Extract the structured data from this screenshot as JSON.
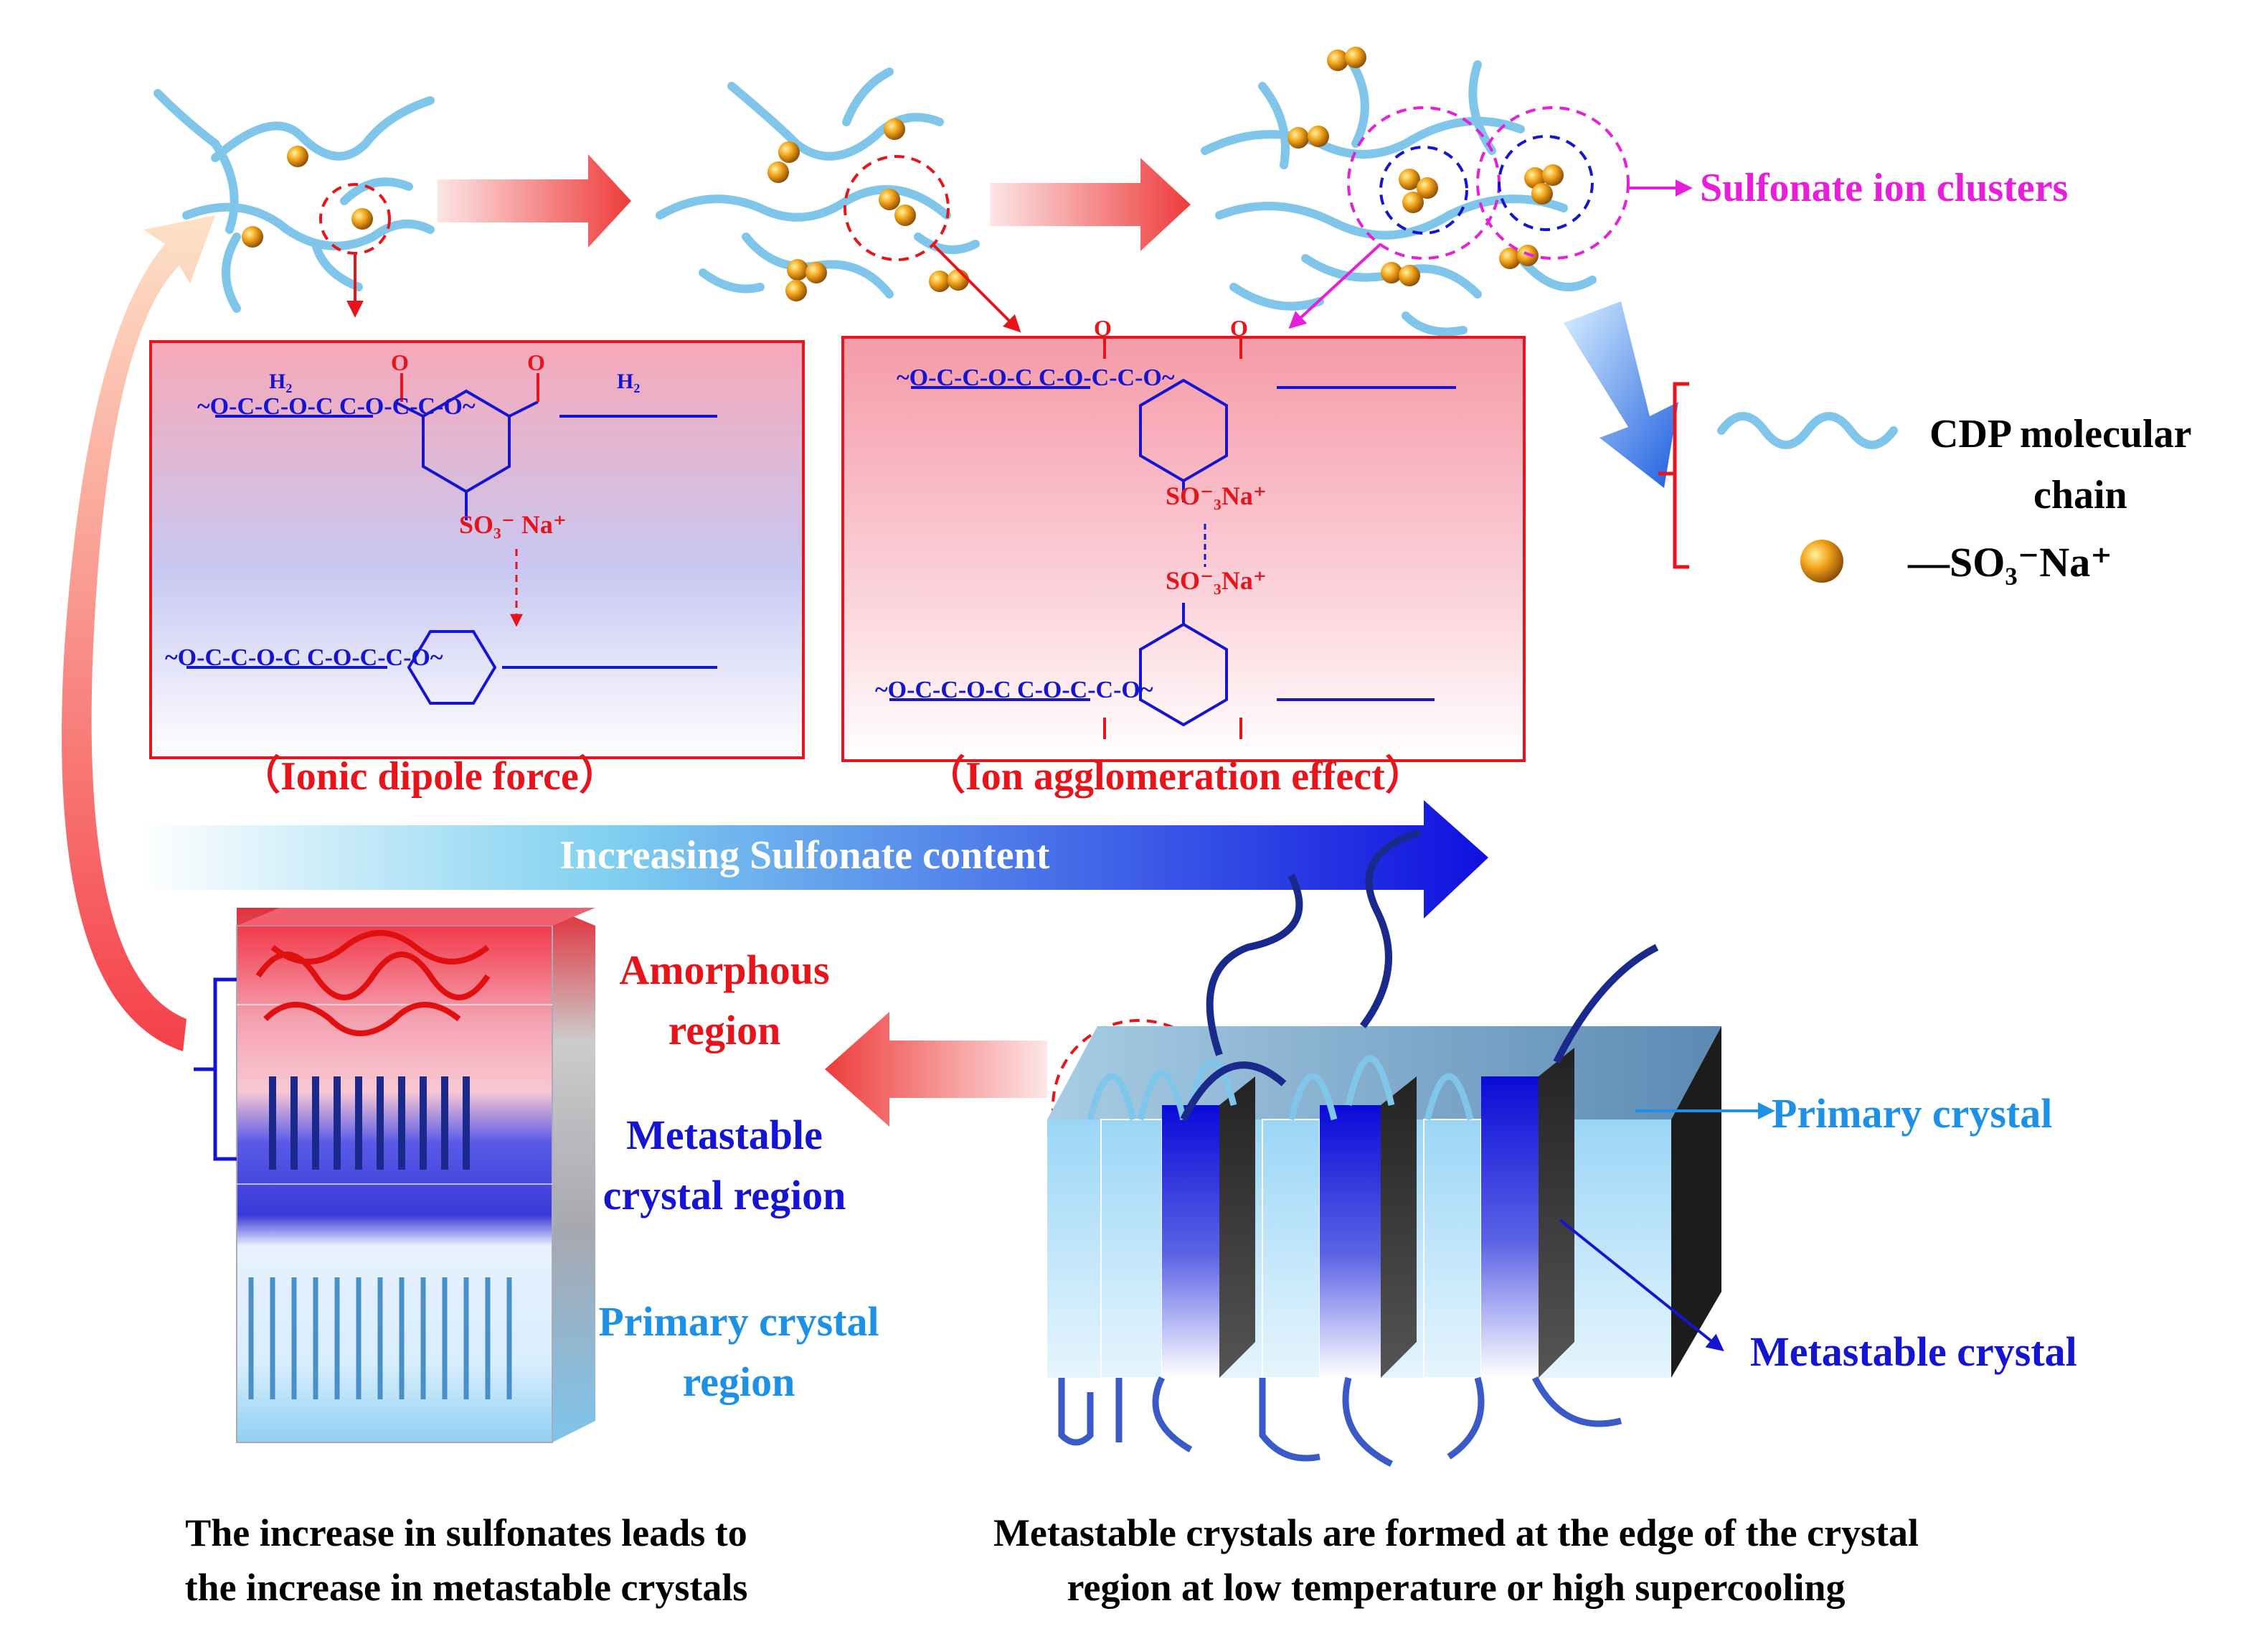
{
  "top": {
    "sulfonate_clusters": "Sulfonate ion clusters",
    "ionic_dipole": "（Ionic dipole force）",
    "ion_agglomeration": "（Ion agglomeration effect）",
    "increasing": "Increasing Sulfonate content"
  },
  "legend": {
    "chain_line1": "CDP molecular",
    "chain_line2": "chain",
    "ion_label": "—SO₃⁻Na⁺"
  },
  "left_block": {
    "amorphous_1": "Amorphous",
    "amorphous_2": "region",
    "metastable_1": "Metastable",
    "metastable_2": "crystal region",
    "primary_1": "Primary crystal",
    "primary_2": "region"
  },
  "right_block": {
    "primary": "Primary crystal",
    "metastable": "Metastable crystal"
  },
  "chem": {
    "left_top": "~O-C-C-O-C      C-O-C-C-O~",
    "left_bot": "~O-C-C-O-C      C-O-C-C-O~",
    "left_ion": "SO₃⁻ Na⁺",
    "right_top": "~O-C-C-O-C      C-O-C-C-O~",
    "right_bot": "~O-C-C-O-C      C-O-C-C-O~",
    "right_ion1": "SO⁻₃Na⁺",
    "right_ion2": "SO⁻₃Na⁺",
    "h2": "H₂",
    "o": "O"
  },
  "captions": {
    "left_1": "The increase in sulfonates leads to",
    "left_2": "the increase in metastable crystals",
    "right_1": "Metastable crystals are formed at the edge of the crystal",
    "right_2": "region at low temperature or high supercooling"
  },
  "colors": {
    "red": "#e8141b",
    "blue": "#1414d2",
    "lightblue": "#1e90e6",
    "magenta": "#e61fd9",
    "chain": "#7fc6ea",
    "navy": "#1a2a8c"
  }
}
